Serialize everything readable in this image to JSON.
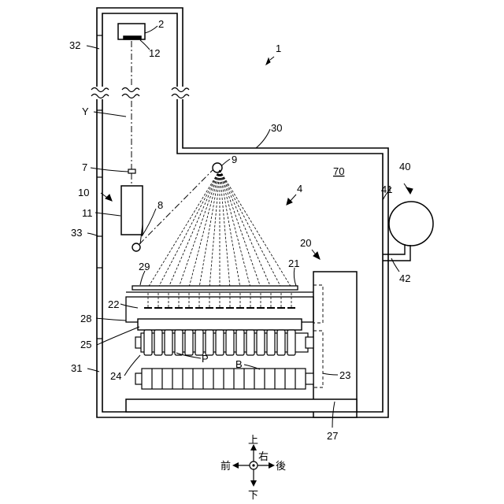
{
  "figure": {
    "labels": {
      "l1": "1",
      "l2": "2",
      "l12": "12",
      "l32": "32",
      "lY": "Y",
      "l30": "30",
      "l70": "70",
      "l40": "40",
      "l41": "41",
      "l7": "7",
      "l9": "9",
      "l4": "4",
      "l10": "10",
      "l11": "11",
      "l8": "8",
      "l33": "33",
      "l20": "20",
      "l42": "42",
      "l29": "29",
      "l21": "21",
      "l22": "22",
      "l28": "28",
      "l25": "25",
      "lP": "P",
      "lB": "B",
      "l31": "31",
      "l24": "24",
      "l23": "23",
      "l27": "27"
    },
    "direction": {
      "up": "上",
      "down": "下",
      "front": "前",
      "rear": "後",
      "right": "右"
    }
  }
}
